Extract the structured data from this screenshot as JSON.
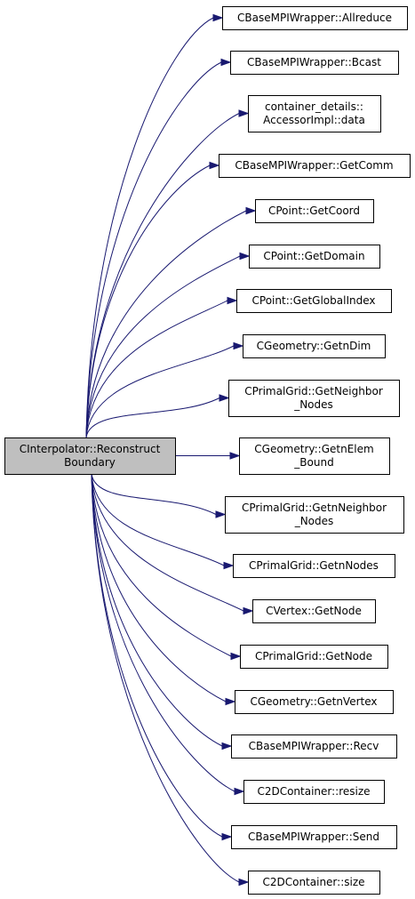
{
  "graph": {
    "root": {
      "lines": [
        "CInterpolator::Reconstruct",
        "Boundary"
      ]
    },
    "callees": [
      {
        "lines": [
          "CBaseMPIWrapper::Allreduce"
        ]
      },
      {
        "lines": [
          "CBaseMPIWrapper::Bcast"
        ]
      },
      {
        "lines": [
          "container_details::",
          "AccessorImpl::data"
        ]
      },
      {
        "lines": [
          "CBaseMPIWrapper::GetComm"
        ]
      },
      {
        "lines": [
          "CPoint::GetCoord"
        ]
      },
      {
        "lines": [
          "CPoint::GetDomain"
        ]
      },
      {
        "lines": [
          "CPoint::GetGlobalIndex"
        ]
      },
      {
        "lines": [
          "CGeometry::GetnDim"
        ]
      },
      {
        "lines": [
          "CPrimalGrid::GetNeighbor",
          "_Nodes"
        ]
      },
      {
        "lines": [
          "CGeometry::GetnElem",
          "_Bound"
        ]
      },
      {
        "lines": [
          "CPrimalGrid::GetnNeighbor",
          "_Nodes"
        ]
      },
      {
        "lines": [
          "CPrimalGrid::GetnNodes"
        ]
      },
      {
        "lines": [
          "CVertex::GetNode"
        ]
      },
      {
        "lines": [
          "CPrimalGrid::GetNode"
        ]
      },
      {
        "lines": [
          "CGeometry::GetnVertex"
        ]
      },
      {
        "lines": [
          "CBaseMPIWrapper::Recv"
        ]
      },
      {
        "lines": [
          "C2DContainer::resize"
        ]
      },
      {
        "lines": [
          "CBaseMPIWrapper::Send"
        ]
      },
      {
        "lines": [
          "C2DContainer::size"
        ]
      }
    ],
    "colors": {
      "edge": "#191970",
      "root_fill": "#bfbfbf",
      "node_fill": "#ffffff",
      "border": "#000000"
    }
  }
}
